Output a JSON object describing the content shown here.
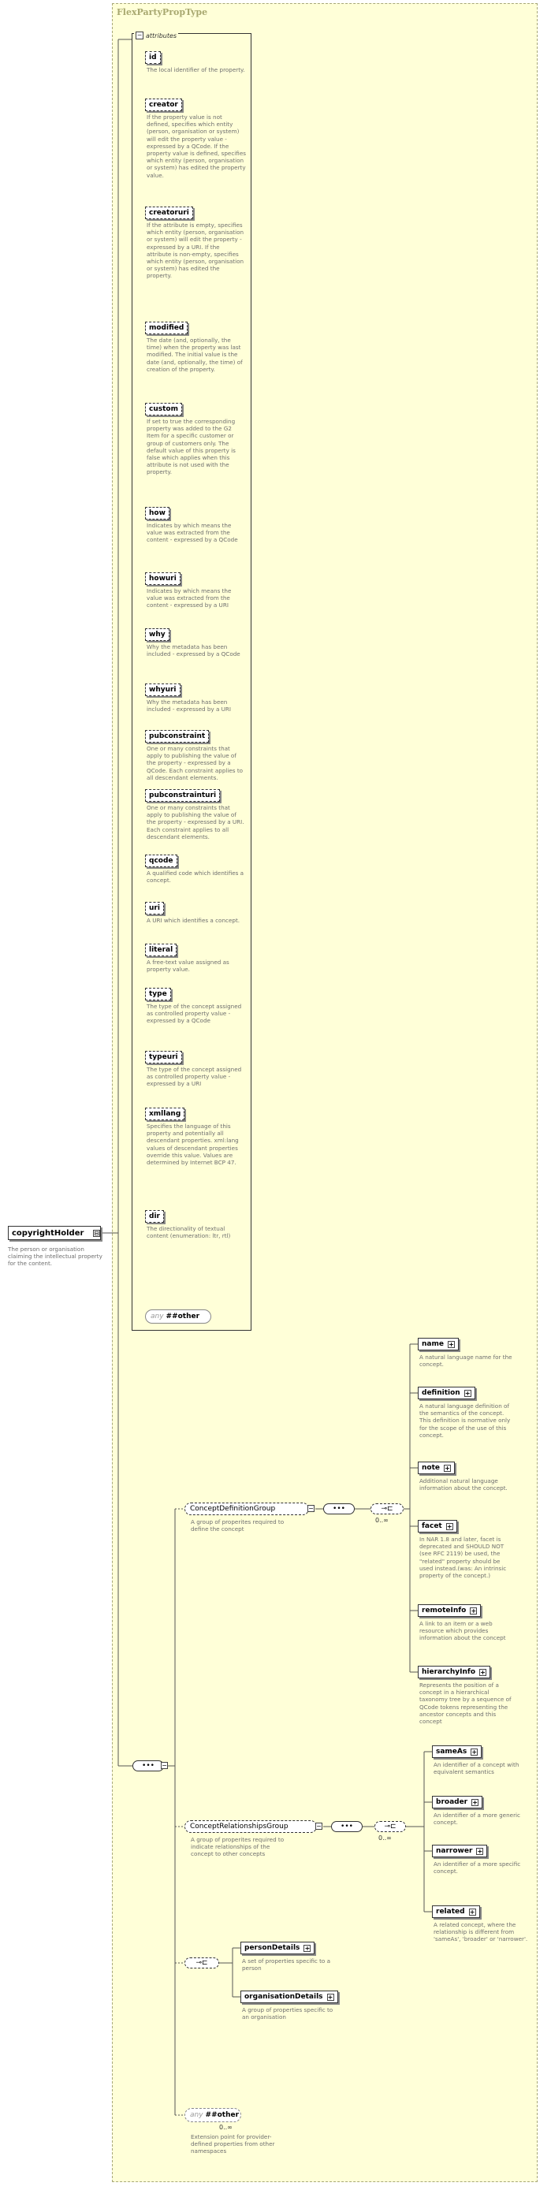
{
  "type_name": "FlexPartyPropType",
  "attributes_label": "attributes",
  "root": {
    "name": "copyrightHolder",
    "description": "The person or organisation claiming the intellectual property for the content."
  },
  "attributes": [
    {
      "name": "id",
      "description": "The local identifier of the property."
    },
    {
      "name": "creator",
      "description": "If the property value is not defined, specifies which entity (person, organisation or system) will edit the property value - expressed by a QCode. If the property value is defined, specifies which entity (person, organisation or system) has edited the property value."
    },
    {
      "name": "creatoruri",
      "description": "If the attribute is empty, specifies which entity (person, organisation or system) will edit the property - expressed by a URI. If the attribute is non-empty, specifies which entity (person, organisation or system) has edited the property."
    },
    {
      "name": "modified",
      "description": "The date (and, optionally, the time) when the property was last modified. The initial value is the date (and, optionally, the time) of creation of the property."
    },
    {
      "name": "custom",
      "description": "If set to true the corresponding property was added to the G2 Item for a specific customer or group of customers only. The default value of this property is false which applies when this attribute is not used with the property."
    },
    {
      "name": "how",
      "description": "Indicates by which means the value was extracted from the content - expressed by a QCode"
    },
    {
      "name": "howuri",
      "description": "Indicates by which means the value was extracted from the content - expressed by a URI"
    },
    {
      "name": "why",
      "description": "Why the metadata has been included - expressed by a QCode"
    },
    {
      "name": "whyuri",
      "description": "Why the metadata has been included - expressed by a URI"
    },
    {
      "name": "pubconstraint",
      "description": "One or many constraints that apply to publishing the value of the property - expressed by a QCode. Each constraint applies to all descendant elements."
    },
    {
      "name": "pubconstrainturi",
      "description": "One or many constraints that apply to publishing the value of the property - expressed by a URI. Each constraint applies to all descendant elements."
    },
    {
      "name": "qcode",
      "description": "A qualified code which identifies a concept."
    },
    {
      "name": "uri",
      "description": "A URI which identifies a concept."
    },
    {
      "name": "literal",
      "description": "A free-text value assigned as property value."
    },
    {
      "name": "type",
      "description": "The type of the concept assigned as controlled property value - expressed by a QCode"
    },
    {
      "name": "typeuri",
      "description": "The type of the concept assigned as controlled property value - expressed by a URI"
    },
    {
      "name": "xmllang",
      "description": "Specifies the language of this property and potentially all descendant properties. xml:lang values of descendant properties override this value. Values are determined by Internet BCP 47."
    },
    {
      "name": "dir",
      "description": "The directionality of textual content (enumeration: ltr, rtl)"
    }
  ],
  "attr_any": {
    "prefix": "any",
    "value": "##other"
  },
  "concept_definition_group": {
    "name": "ConceptDefinitionGroup",
    "description": "A group of properites required to define the concept",
    "multiplicity": "0..∞",
    "elements": [
      {
        "name": "name",
        "description": "A natural language name for the concept."
      },
      {
        "name": "definition",
        "description": "A natural language definition of the semantics of the concept. This definition is normative only for the scope of the use of this concept."
      },
      {
        "name": "note",
        "description": "Additional natural language information about the concept."
      },
      {
        "name": "facet",
        "description": "In NAR 1.8 and later, facet is deprecated and SHOULD NOT (see RFC 2119) be used, the \"related\" property should be used instead.(was: An intrinsic property of the concept.)"
      },
      {
        "name": "remoteInfo",
        "description": "A link to an item or a web resource which provides information about the concept"
      },
      {
        "name": "hierarchyInfo",
        "description": "Represents the position of a concept in a hierarchical taxonomy tree by a sequence of QCode tokens representing the ancestor concepts and this concept"
      }
    ]
  },
  "concept_relationships_group": {
    "name": "ConceptRelationshipsGroup",
    "description": "A group of properites required to indicate relationships of the concept to other concepts",
    "multiplicity": "0..∞",
    "elements": [
      {
        "name": "sameAs",
        "description": "An identifier of a concept with equivalent semantics"
      },
      {
        "name": "broader",
        "description": "An identifier of a more generic concept."
      },
      {
        "name": "narrower",
        "description": "An identifier of a more specific concept."
      },
      {
        "name": "related",
        "description": "A related concept, where the relationship is different from 'sameAs', 'broader' or 'narrower'."
      }
    ]
  },
  "choice_elements": [
    {
      "name": "personDetails",
      "description": "A set of properties specific to a person"
    },
    {
      "name": "organisationDetails",
      "description": "A group of properties specific to an organisation"
    }
  ],
  "any_other": {
    "prefix": "any",
    "value": "##other",
    "multiplicity": "0..∞",
    "description": "Extension point for provider-defined properties from other namespaces"
  }
}
